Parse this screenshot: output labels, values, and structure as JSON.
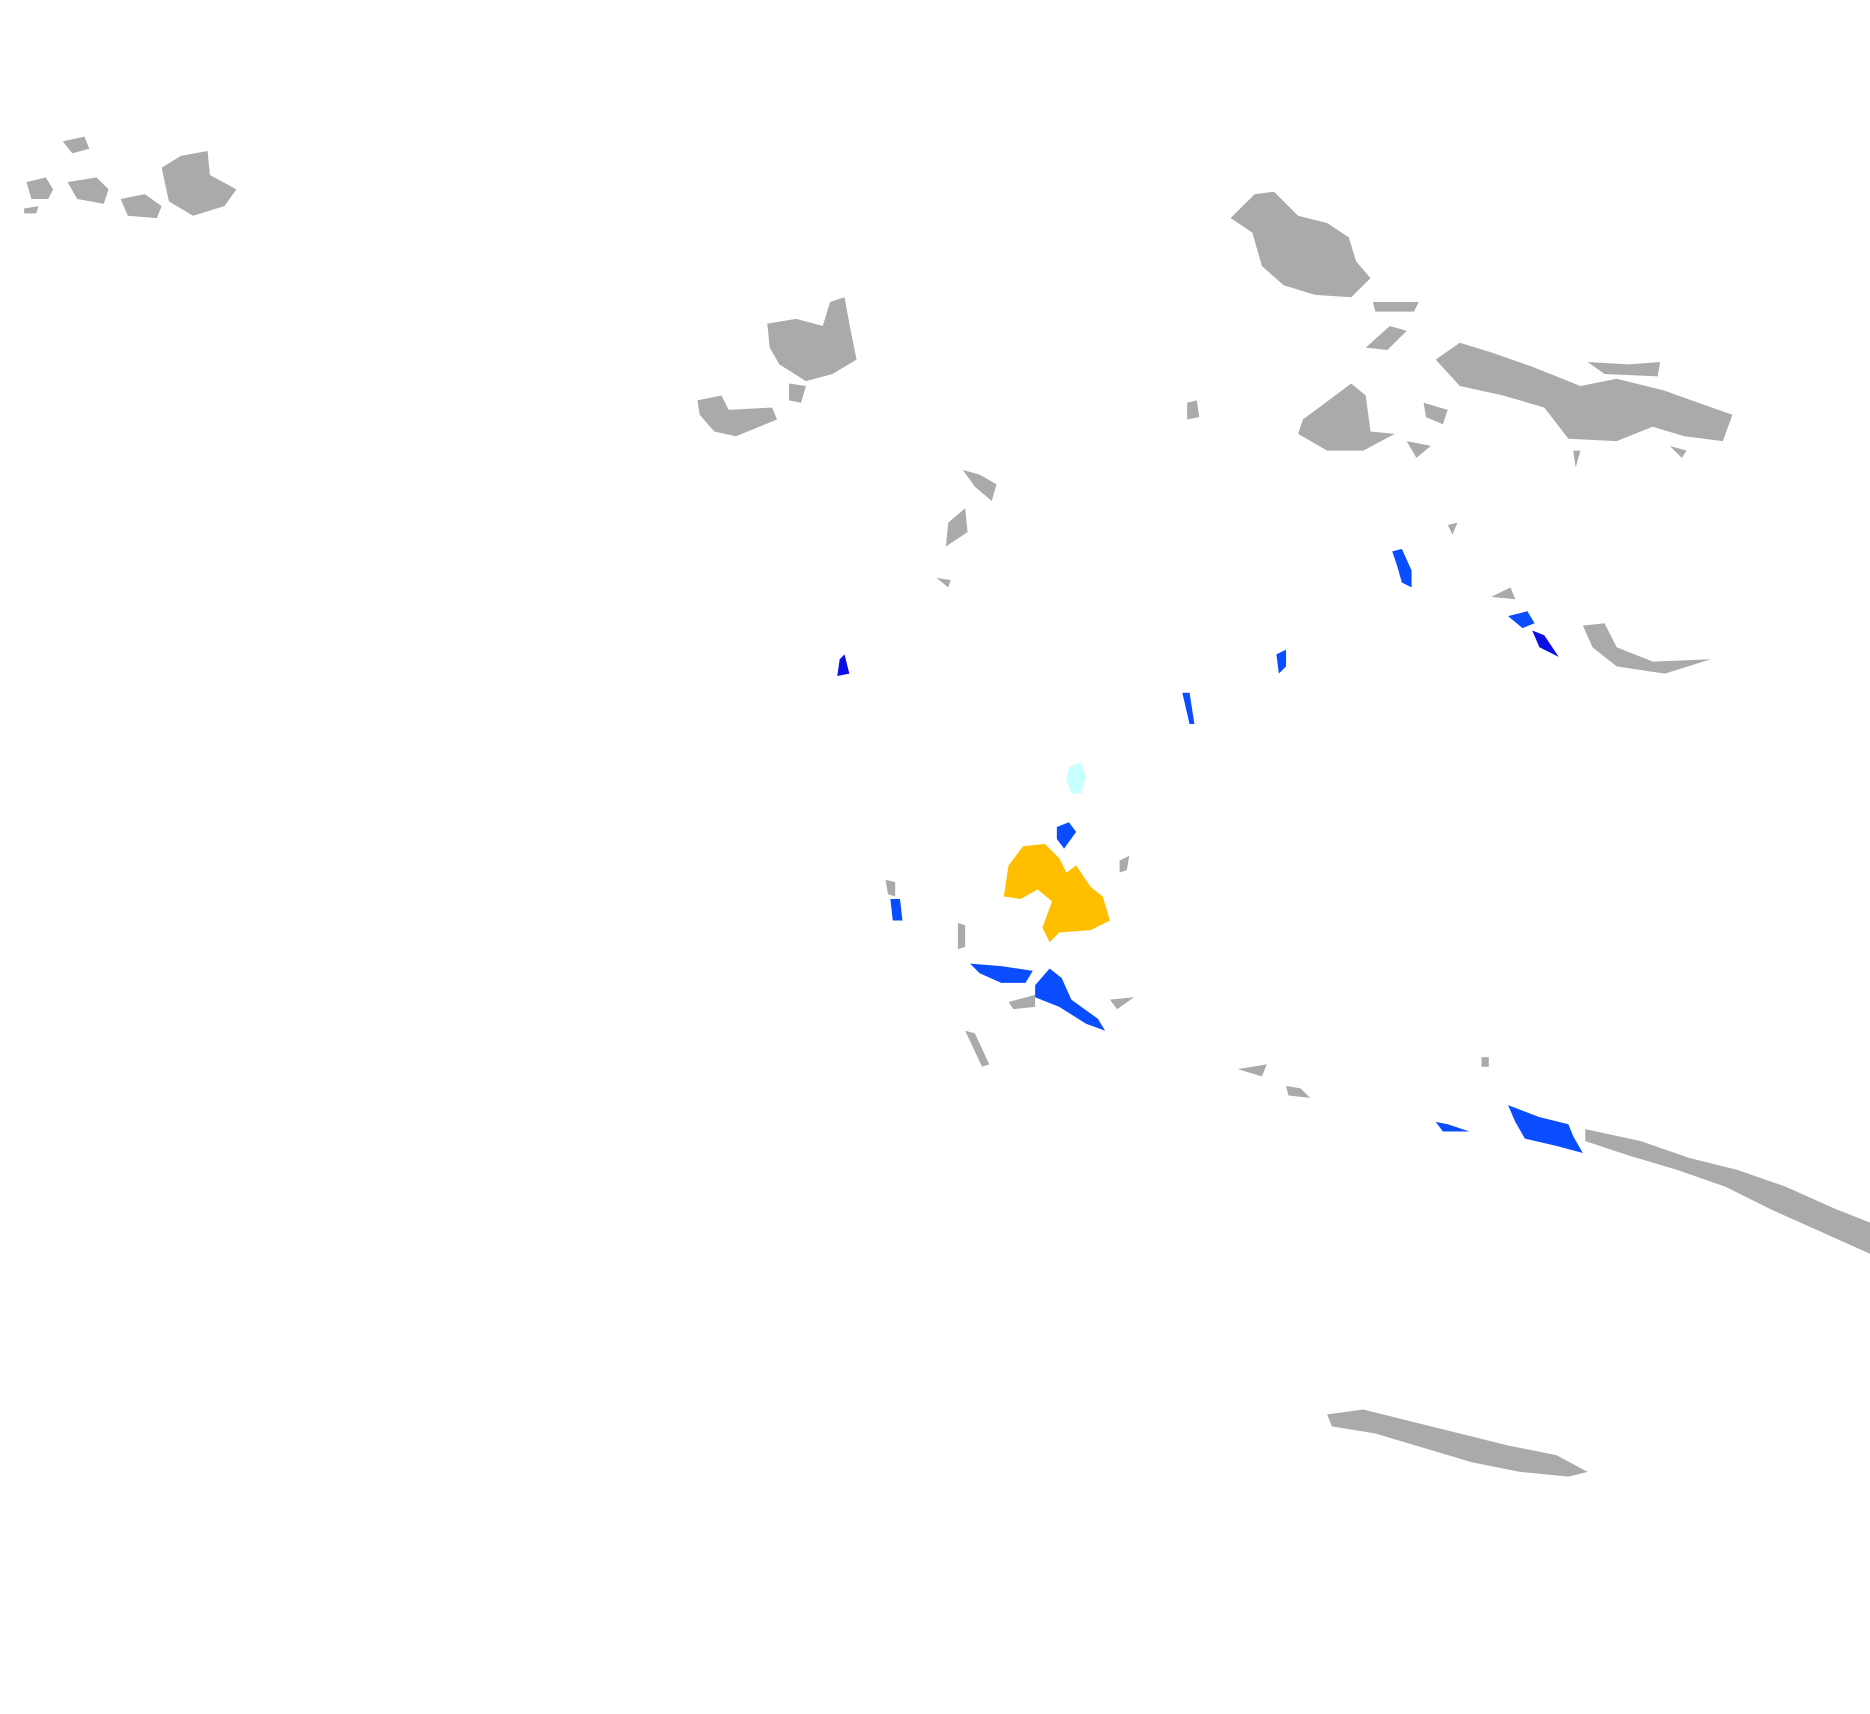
{
  "map": {
    "colors": {
      "background": "#ffffff",
      "land": "#aaaaaa",
      "highlight_primary": "#ffbf00",
      "highlight_blue": "#0a4cff",
      "highlight_dark_blue": "#0a10e6",
      "highlight_cyan": "#c8ffff"
    },
    "feature_classes": [
      "land",
      "highlight_primary",
      "highlight_blue",
      "highlight_dark_blue",
      "highlight_cyan"
    ]
  }
}
